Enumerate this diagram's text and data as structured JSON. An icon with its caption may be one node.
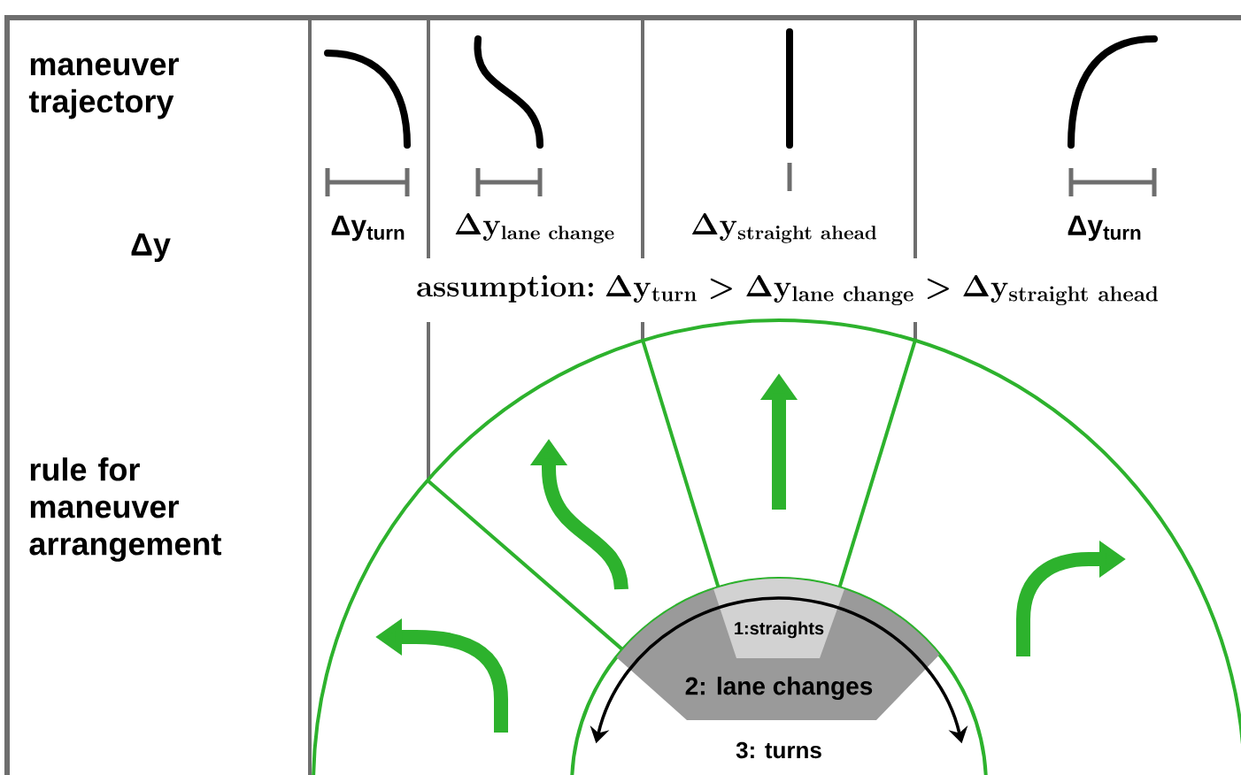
{
  "diagram": {
    "nodes": [
      {
        "text": [
          "2: lane changes"
        ]
      },
      {
        "text": [
          "1:straights"
        ],
        "in": 0
      }
    ],
    "labels": [
      "maneuver trajectory",
      "Δy$_{turn}$",
      "\\Delta\\mathbf{y}_{\\mathbf{lane\\ change}}",
      "\\Delta\\mathbf{y}_{\\mathbf{straight\\ ahead}}",
      "Δy$_{turn}$",
      "Δy",
      "\\mathbf{assumption{:}}\\ \\Delta\\mathbf{y}_{\\mathbf{turn}} > \\Delta\\mathbf{y}_{\\mathbf{lane\\ change}} > \\Delta\\mathbf{y}_{\\mathbf{straight\\ ahead}}",
      "rule for maneuver arrangement",
      "3: turns"
    ]
  }
}
